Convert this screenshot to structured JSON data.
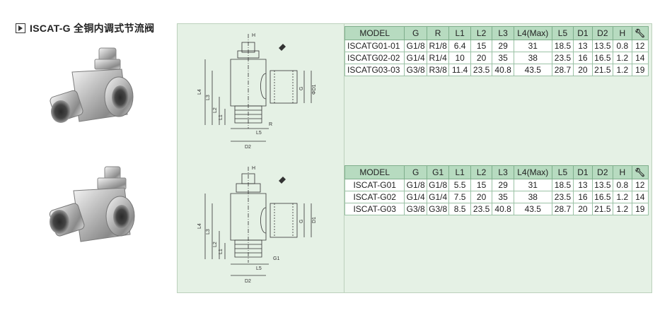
{
  "title": "ISCAT-G 全铜内调式节流阀",
  "table1": {
    "headers": [
      "MODEL",
      "G",
      "R",
      "L1",
      "L2",
      "L3",
      "L4(Max)",
      "L5",
      "D1",
      "D2",
      "H"
    ],
    "rows": [
      [
        "ISCATG01-01",
        "G1/8",
        "R1/8",
        "6.4",
        "15",
        "29",
        "31",
        "18.5",
        "13",
        "13.5",
        "0.8",
        "12"
      ],
      [
        "ISCATG02-02",
        "G1/4",
        "R1/4",
        "10",
        "20",
        "35",
        "38",
        "23.5",
        "16",
        "16.5",
        "1.2",
        "14"
      ],
      [
        "ISCATG03-03",
        "G3/8",
        "R3/8",
        "11.4",
        "23.5",
        "40.8",
        "43.5",
        "28.7",
        "20",
        "21.5",
        "1.2",
        "19"
      ]
    ]
  },
  "table2": {
    "headers": [
      "MODEL",
      "G",
      "G1",
      "L1",
      "L2",
      "L3",
      "L4(Max)",
      "L5",
      "D1",
      "D2",
      "H"
    ],
    "rows": [
      [
        "ISCAT-G01",
        "G1/8",
        "G1/8",
        "5.5",
        "15",
        "29",
        "31",
        "18.5",
        "13",
        "13.5",
        "0.8",
        "12"
      ],
      [
        "ISCAT-G02",
        "G1/4",
        "G1/4",
        "7.5",
        "20",
        "35",
        "38",
        "23.5",
        "16",
        "16.5",
        "1.2",
        "14"
      ],
      [
        "ISCAT-G03",
        "G3/8",
        "G3/8",
        "8.5",
        "23.5",
        "40.8",
        "43.5",
        "28.7",
        "20",
        "21.5",
        "1.2",
        "19"
      ]
    ]
  },
  "drawing1": {
    "labels": {
      "h": "H",
      "l4": "L4",
      "l3": "L3",
      "l2": "L2",
      "l1": "L1",
      "r": "R",
      "l5": "L5",
      "d2": "D2",
      "g": "G",
      "d1": "ΦD1"
    }
  },
  "drawing2": {
    "labels": {
      "h": "H",
      "l4": "L4",
      "l3": "L3",
      "l2": "L2",
      "l1": "L1",
      "g1": "G1",
      "l5": "L5",
      "d2": "D2",
      "g": "G",
      "d1": "D1"
    }
  },
  "icons": {
    "wrench": "wrench-icon"
  }
}
